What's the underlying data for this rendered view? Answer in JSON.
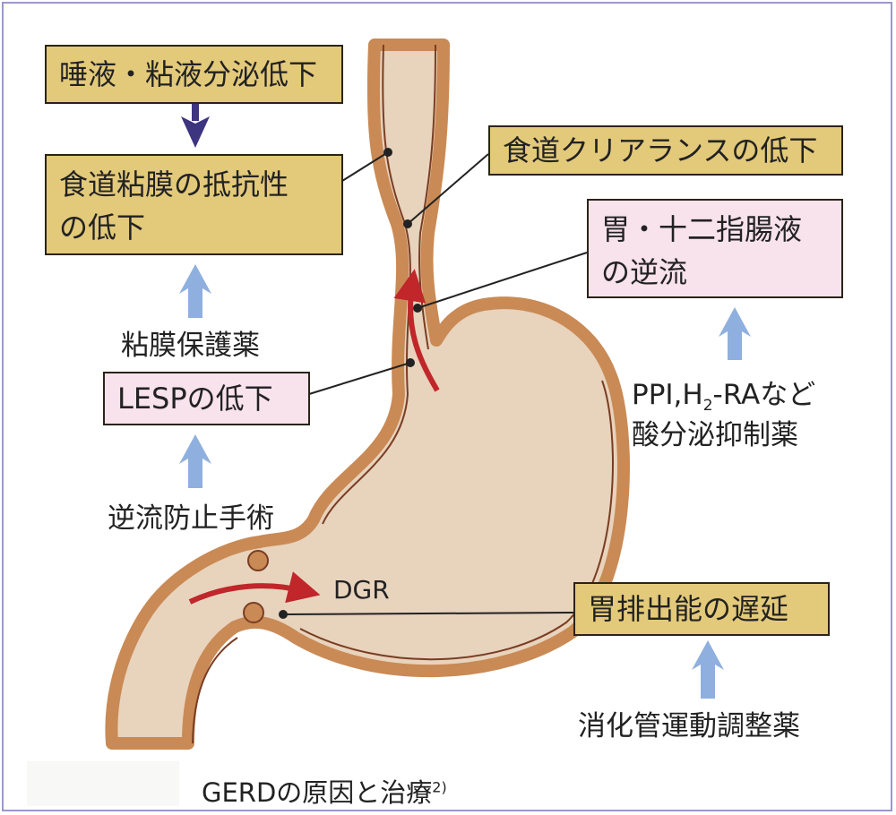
{
  "boxes": {
    "saliva": "唾液・粘液分泌低下",
    "mucosa_line1": "食道粘膜の抵抗性",
    "mucosa_line2": "の低下",
    "lesp": "LESPの低下",
    "clearance": "食道クリアランスの低下",
    "reflux_line1": "胃・十二指腸液",
    "reflux_line2": "の逆流",
    "emptying": "胃排出能の遅延"
  },
  "treatments": {
    "mucosal_protectant": "粘膜保護薬",
    "antireflux_surgery": "逆流防止手術",
    "acid_line1_prefix": "PPI,H",
    "acid_line1_sub": "2",
    "acid_line1_suffix": "-RAなど",
    "acid_line2": "酸分泌抑制薬",
    "prokinetic": "消化管運動調整薬"
  },
  "labels": {
    "dgr": "DGR"
  },
  "caption": {
    "text": "GERDの原因と治療",
    "ref": "2)"
  },
  "colors": {
    "tan_box": "#e3c97a",
    "pink_box": "#f8e2ec",
    "blue_arrow": "#8fb0de",
    "purple_arrow": "#3d3580",
    "red_arrow": "#c0262a",
    "wall": "#c98a55",
    "lumen": "#e8d3bd"
  }
}
